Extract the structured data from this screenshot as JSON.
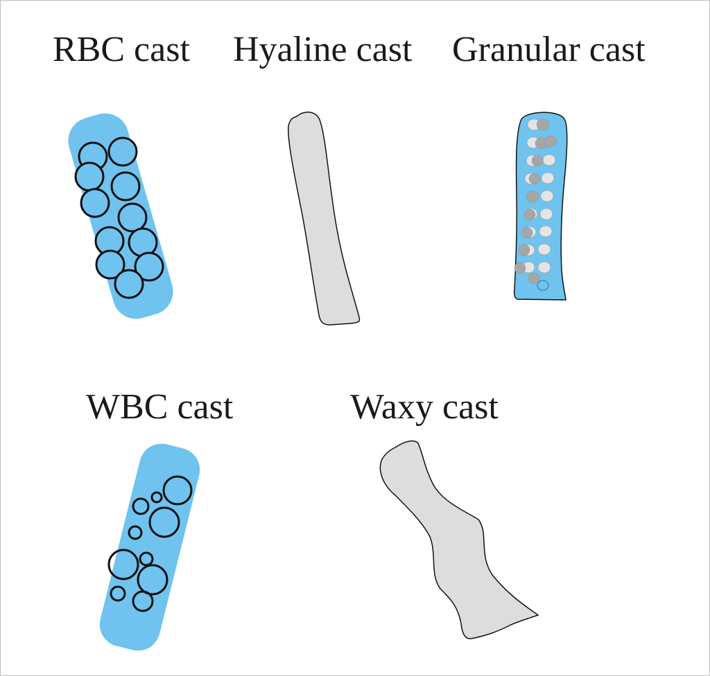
{
  "labels": {
    "rbc": "RBC cast",
    "hyaline": "Hyaline cast",
    "granular": "Granular cast",
    "wbc": "WBC cast",
    "waxy": "Waxy cast"
  },
  "colors": {
    "cast_blue": "#6fc3ee",
    "cast_gray": "#dddddd",
    "outline": "#111111",
    "granule_dark": "#a6a6a6",
    "granule_light": "#e4e4e4",
    "text": "#1a1a1a"
  }
}
